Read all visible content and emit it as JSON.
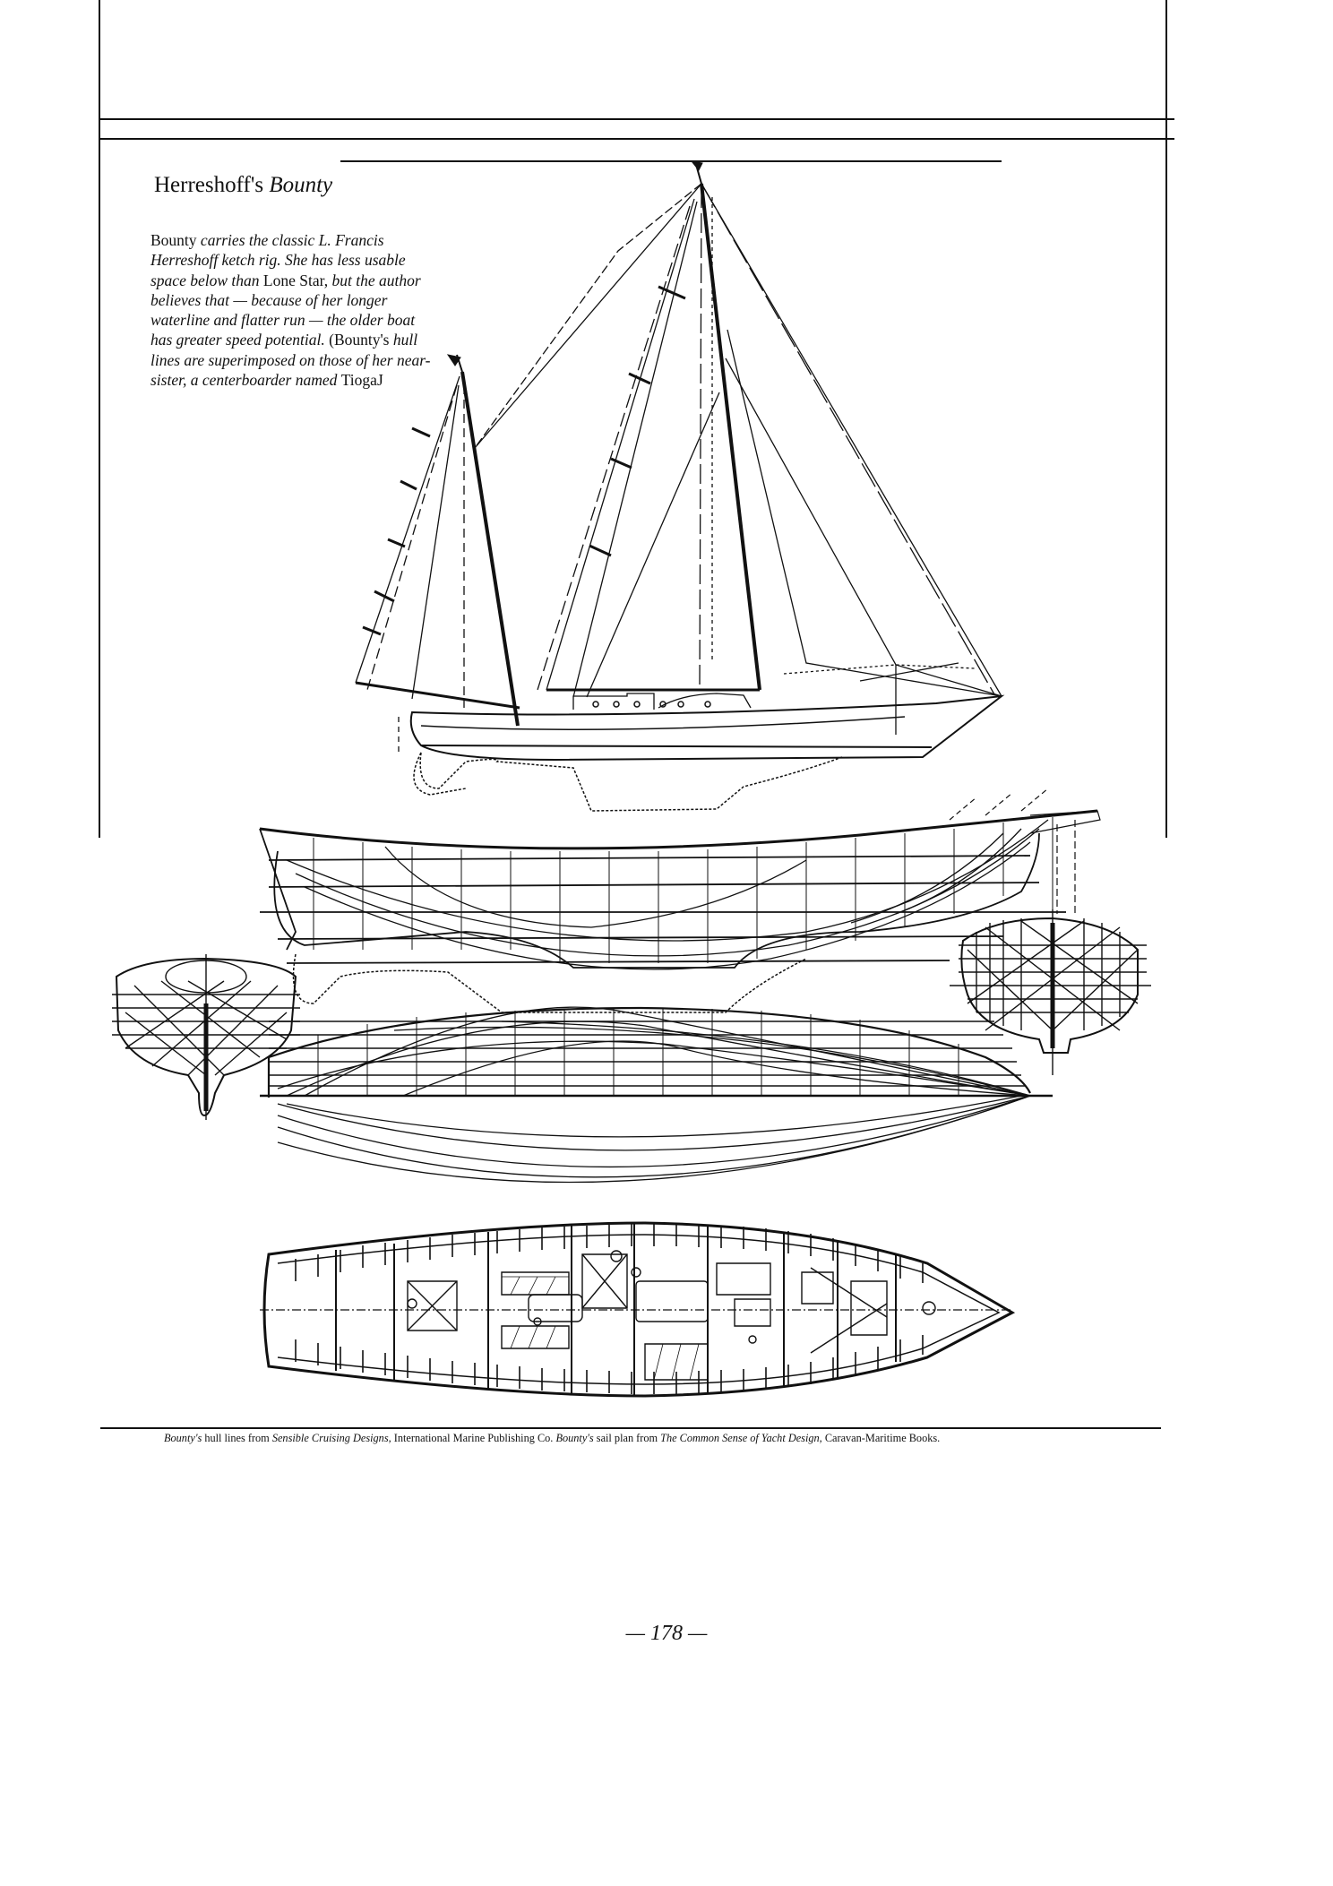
{
  "page": {
    "title": {
      "plain": "Herreshoff's ",
      "italic": "Bounty"
    },
    "blurb": [
      {
        "style": "roman",
        "text": "Bounty"
      },
      {
        "style": "italic",
        "text": " carries the classic L. Francis Herreshoff ketch rig. She has less usable space below than "
      },
      {
        "style": "roman",
        "text": "Lone Star,"
      },
      {
        "style": "italic",
        "text": " but the author believes that — because of her longer waterline and flatter run — the older boat has greater speed potential."
      },
      {
        "style": "roman",
        "text": " (Bounty's"
      },
      {
        "style": "italic",
        "text": " hull lines are superimposed on those of her near-sister, a centerboarder named "
      },
      {
        "style": "roman",
        "text": "TiogaJ"
      }
    ],
    "caption": [
      {
        "style": "italic",
        "text": "Bounty's"
      },
      {
        "style": "roman",
        "text": " hull lines from "
      },
      {
        "style": "italic",
        "text": "Sensible Cruising Designs,"
      },
      {
        "style": "roman",
        "text": " International Marine Publishing Co. "
      },
      {
        "style": "italic",
        "text": "Bounty's"
      },
      {
        "style": "roman",
        "text": " sail plan from "
      },
      {
        "style": "italic",
        "text": "The Common Sense of Yacht Design,"
      },
      {
        "style": "roman",
        "text": " Caravan-Maritime Books."
      }
    ],
    "page_number": "— 178 —",
    "figures": {
      "sail_plan": "ketch-sail-plan-drawing",
      "lines_profile": "hull-lines-profile-drawing",
      "body_plan_aft": "body-plan-aft-sections",
      "body_plan_fwd": "body-plan-forward-sections",
      "half_breadth": "half-breadth-plan-drawing",
      "deck_arrangement": "accommodation-plan-drawing"
    },
    "colors": {
      "ink": "#111111",
      "paper": "#ffffff"
    }
  }
}
